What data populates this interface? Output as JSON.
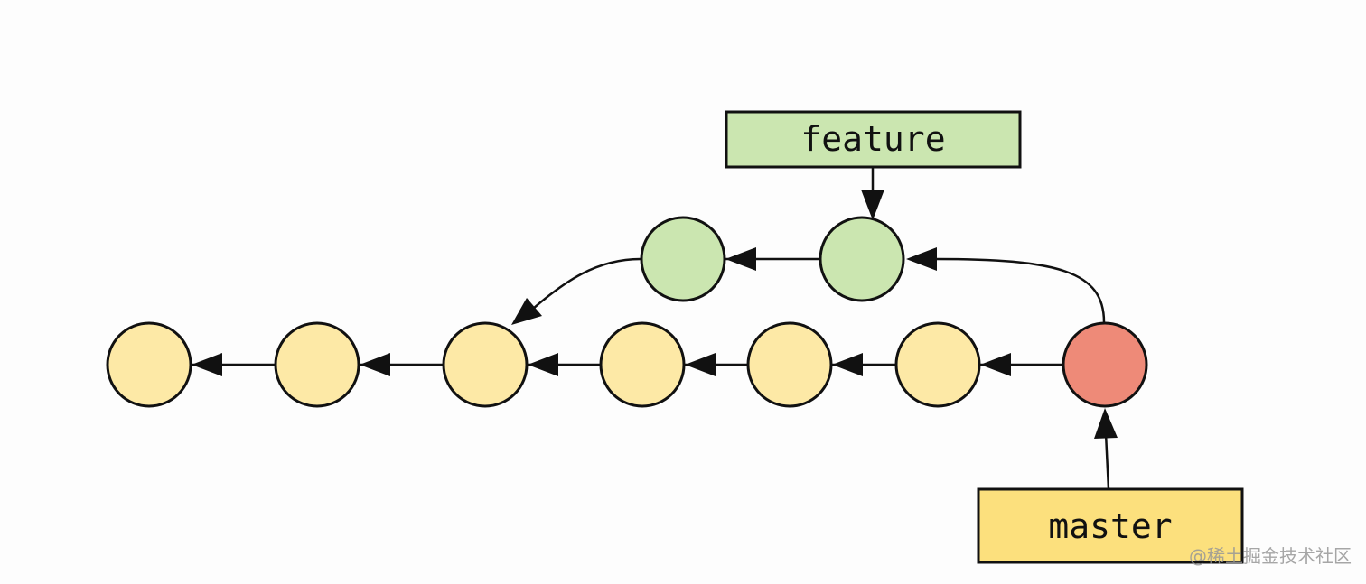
{
  "diagram": {
    "branches": {
      "feature": {
        "label": "feature"
      },
      "master": {
        "label": "master"
      }
    },
    "colors": {
      "main_commit": "#fde9a6",
      "feature_commit": "#cbe6b0",
      "head_commit": "#ee8a78",
      "feature_label_bg": "#cbe6b0",
      "master_label_bg": "#fce07d",
      "stroke": "#111111"
    },
    "commits": {
      "main_line": 7,
      "feature_line": 2
    }
  },
  "watermark": {
    "text": "@稀土掘金技术社区"
  }
}
